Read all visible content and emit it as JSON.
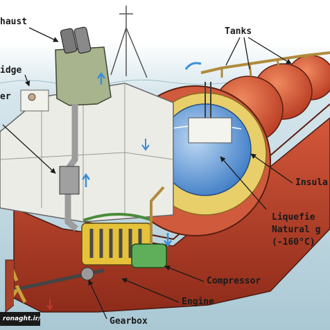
{
  "labels": {
    "exhaust": "haust",
    "bridge": "idge",
    "left_partial": "er",
    "tanks": "Tanks",
    "insulation": "Insula",
    "lng_line1": "Liquefie",
    "lng_line2": "Natural g",
    "lng_line3": "(-160°C)",
    "compressor": "Compressor",
    "engine": "Engine",
    "gearbox": "Gearbox"
  },
  "watermark": "ronaght.ir/",
  "colors": {
    "sea": "#b9d3dc",
    "hull_red": "#c94a2e",
    "tank_orange": "#d9583a",
    "superstructure": "#eeeeea",
    "lng_blue": "#6fa4dc",
    "insulation_yellow": "#e8cf6a",
    "engine_yellow": "#e6c23a",
    "compressor_green": "#5fae5a",
    "arrow_blue": "#3b8fd6",
    "funnel_green": "#a8b48e"
  }
}
